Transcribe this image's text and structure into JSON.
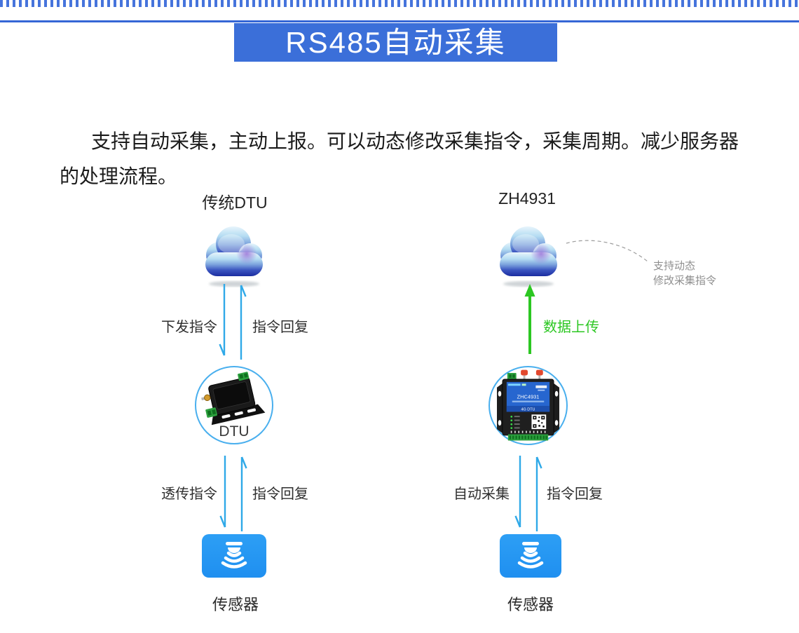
{
  "header": {
    "title": "RS485自动采集"
  },
  "intro": "支持自动采集，主动上报。可以动态修改采集指令，采集周期。减少服务器的处理流程。",
  "left_flow": {
    "title": "传统DTU",
    "down_command_label": "下发指令",
    "reply_label_top": "指令回复",
    "device_label": "DTU",
    "passthrough_label": "透传指令",
    "reply_label_bottom": "指令回复",
    "sensor_label": "传感器"
  },
  "right_flow": {
    "title": "ZH4931",
    "upload_label": "数据上传",
    "annotation": {
      "line1": "支持动态",
      "line2": "修改采集指令"
    },
    "auto_collect_label": "自动采集",
    "reply_label": "指令回复",
    "sensor_label": "传感器",
    "device_text": "ZHC4931",
    "device_band_text": "4G DTU"
  },
  "colors": {
    "banner_blue": "#3b6fd9",
    "divider_blue": "#3566d6",
    "arrow_blue": "#2fa9e8",
    "upload_green": "#2cc722",
    "sensor_blue": "#2496f3",
    "circle_blue": "#49afee",
    "annotation_gray": "#8f8f8f"
  }
}
